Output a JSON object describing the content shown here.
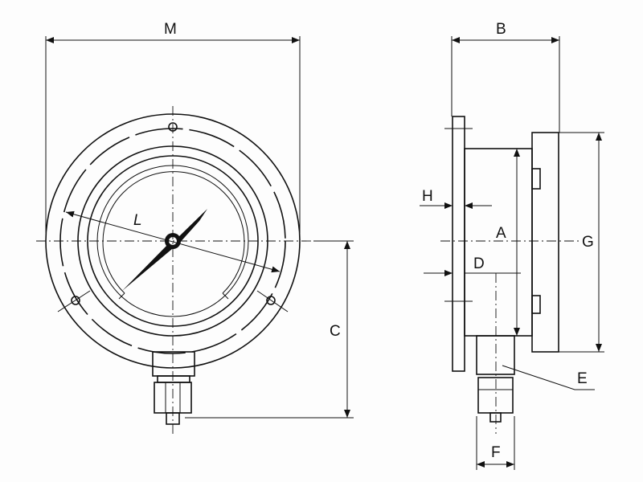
{
  "title": "Pressure gauge dimension drawing",
  "labels": {
    "M": "M",
    "L": "L",
    "C": "C",
    "B": "B",
    "H": "H",
    "A": "A",
    "D": "D",
    "G": "G",
    "E": "E",
    "F": "F"
  }
}
